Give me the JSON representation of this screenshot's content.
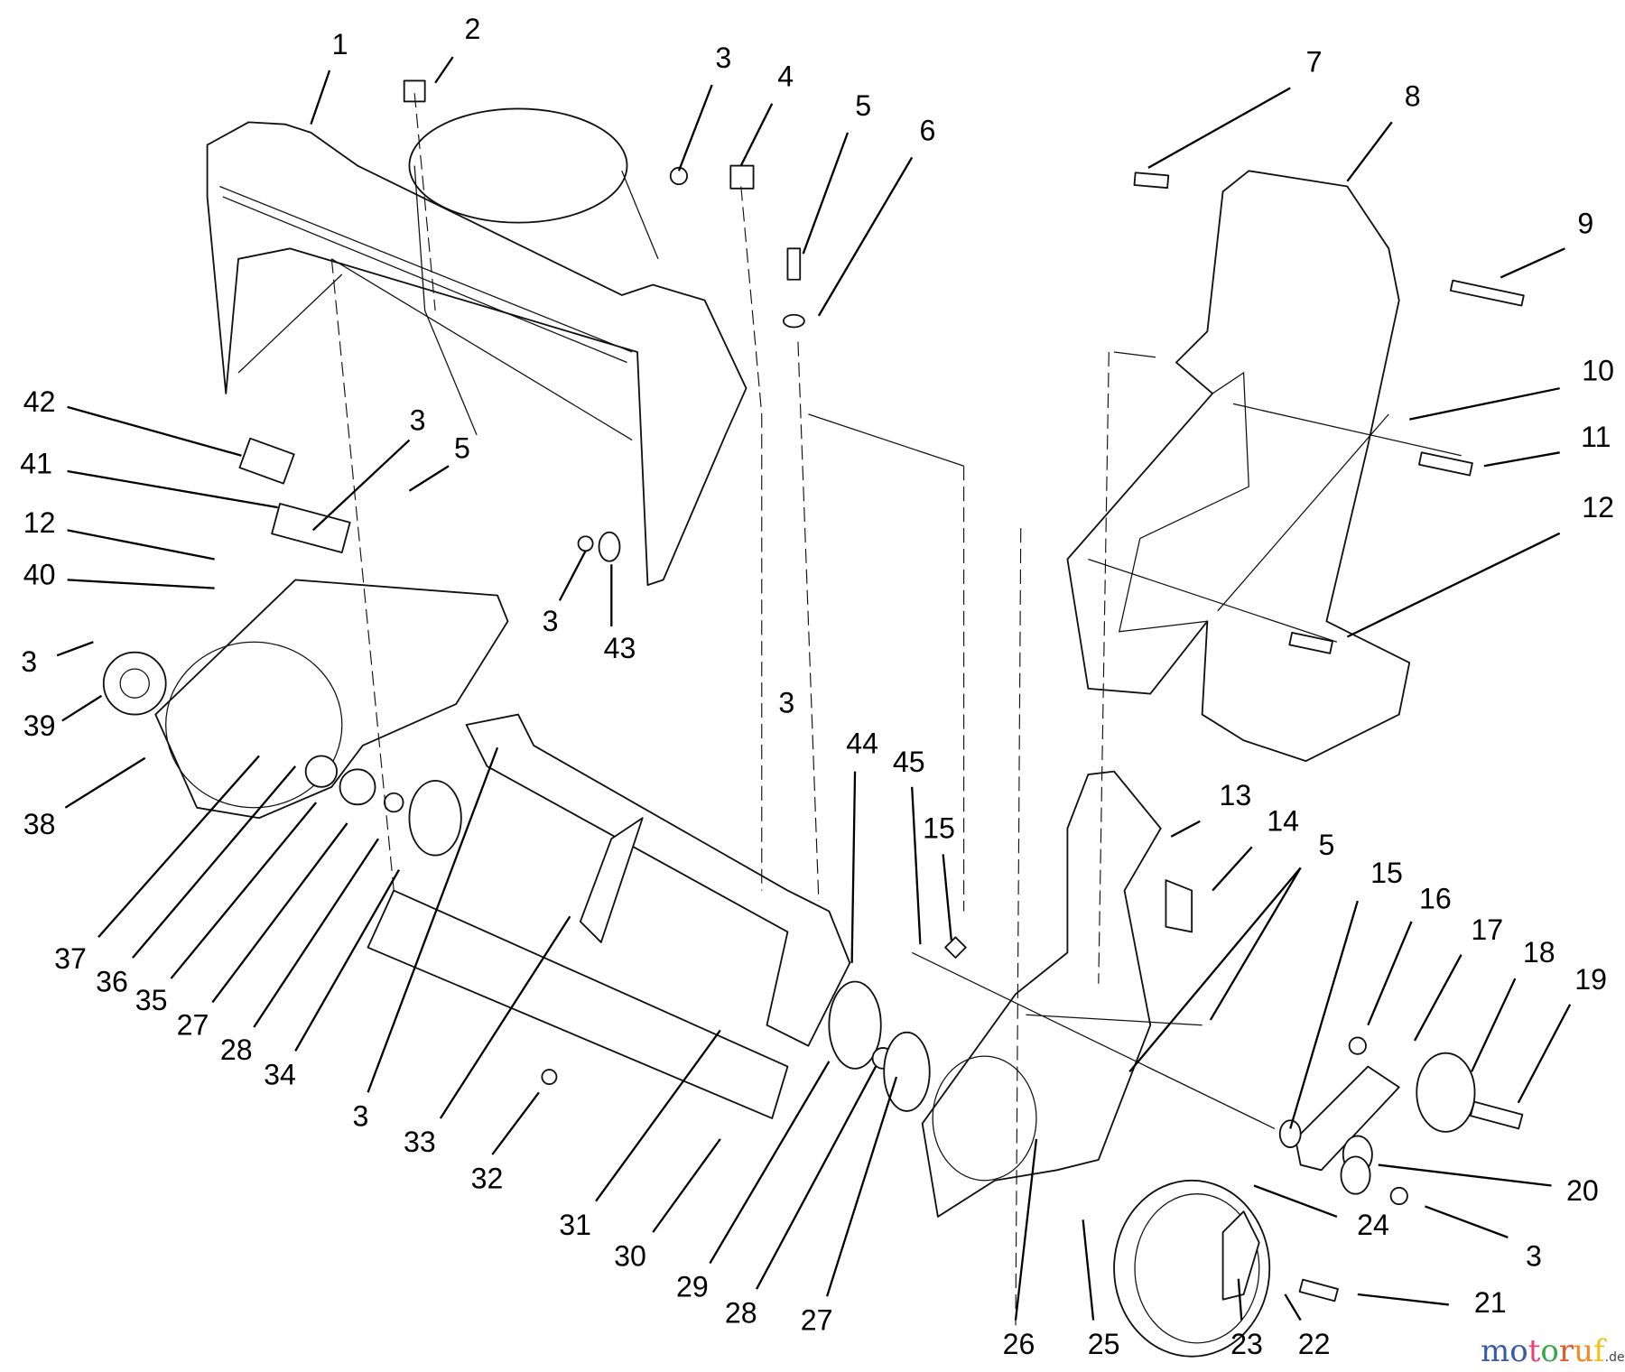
{
  "diagram": {
    "type": "exploded parts diagram",
    "callouts": [
      "1",
      "2",
      "3",
      "4",
      "5",
      "6",
      "7",
      "8",
      "9",
      "10",
      "11",
      "12",
      "42",
      "41",
      "3",
      "5",
      "12",
      "40",
      "3",
      "39",
      "38",
      "3",
      "43",
      "3",
      "44",
      "45",
      "15",
      "13",
      "14",
      "5",
      "15",
      "16",
      "17",
      "18",
      "19",
      "20",
      "24",
      "3",
      "21",
      "37",
      "36",
      "35",
      "27",
      "28",
      "34",
      "3",
      "33",
      "32",
      "31",
      "30",
      "29",
      "28",
      "27",
      "26",
      "25",
      "23",
      "22"
    ]
  },
  "watermark": {
    "letters": [
      "m",
      "o",
      "t",
      "o",
      "r",
      "u",
      "f"
    ],
    "colors": [
      "#3b5aa8",
      "#3b5aa8",
      "#e0457b",
      "#3aa84a",
      "#e05a2a",
      "#f08c1e",
      "#f0c21e"
    ],
    "tld": ".de"
  }
}
